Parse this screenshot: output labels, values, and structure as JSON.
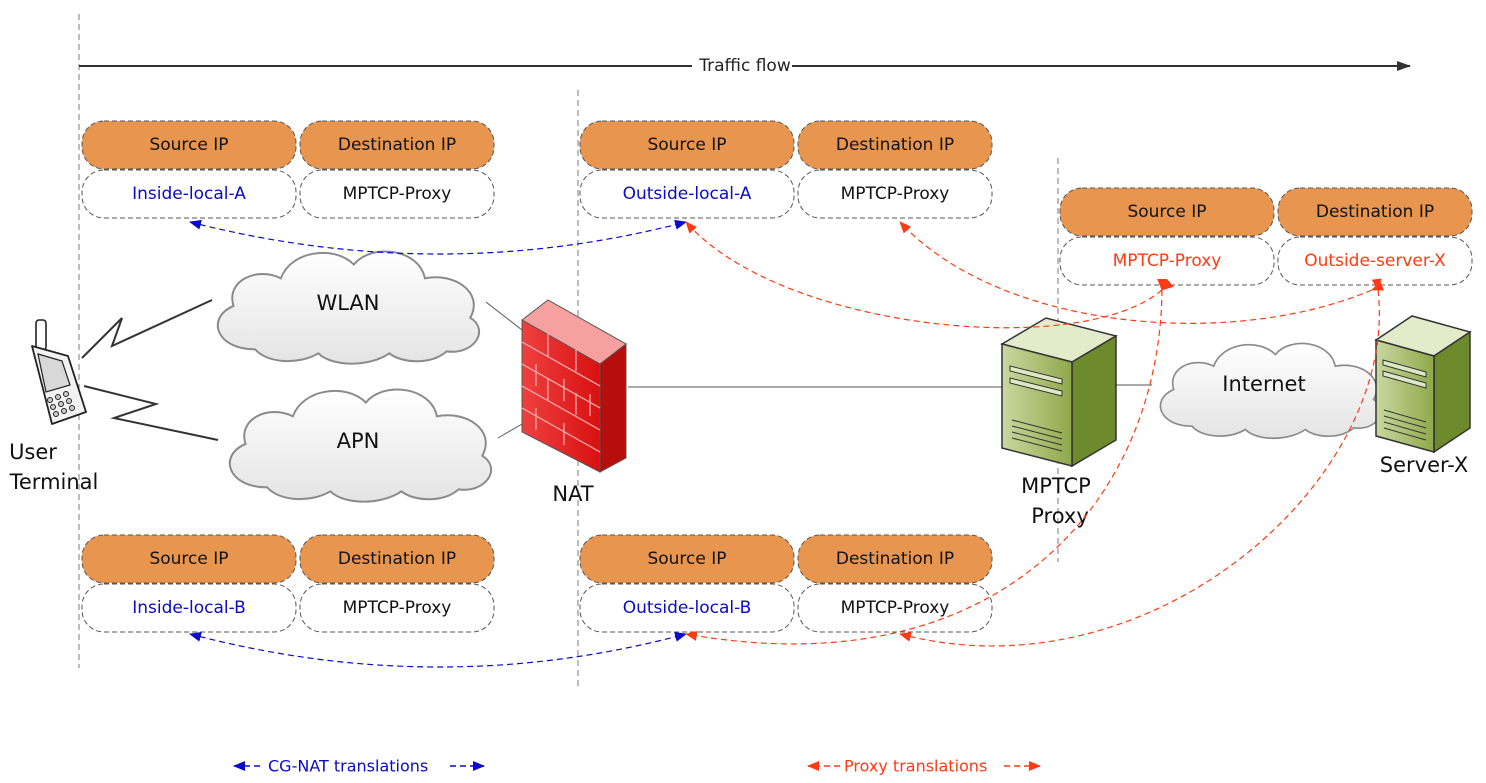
{
  "colors": {
    "header_fill": "#E8964F",
    "nat_blue": "#0A0AC8",
    "proxy_red": "#FF3A14",
    "firewall_red": "#E81C1C",
    "server_green": "#8FA84A"
  },
  "traffic_flow": {
    "label": "Traffic flow"
  },
  "tables": {
    "ue_a": {
      "h_src": "Source IP",
      "h_dst": "Destination IP",
      "src": "Inside-local-A",
      "dst": "MPTCP-Proxy"
    },
    "ue_b": {
      "h_src": "Source IP",
      "h_dst": "Destination IP",
      "src": "Inside-local-B",
      "dst": "MPTCP-Proxy"
    },
    "nat_a": {
      "h_src": "Source IP",
      "h_dst": "Destination IP",
      "src": "Outside-local-A",
      "dst": "MPTCP-Proxy"
    },
    "nat_b": {
      "h_src": "Source IP",
      "h_dst": "Destination IP",
      "src": "Outside-local-B",
      "dst": "MPTCP-Proxy"
    },
    "proxy": {
      "h_src": "Source IP",
      "h_dst": "Destination IP",
      "src": "MPTCP-Proxy",
      "dst": "Outside-server-X"
    }
  },
  "nodes": {
    "user_terminal": {
      "line1": "User",
      "line2": "Terminal",
      "icon": "phone-icon"
    },
    "wlan": {
      "label": "WLAN",
      "icon": "cloud-icon"
    },
    "apn": {
      "label": "APN",
      "icon": "cloud-icon"
    },
    "nat": {
      "label": "NAT",
      "icon": "firewall-icon"
    },
    "mptcp_proxy": {
      "line1": "MPTCP",
      "line2": "Proxy",
      "icon": "server-icon"
    },
    "internet": {
      "label": "Internet",
      "icon": "cloud-icon"
    },
    "server_x": {
      "label": "Server-X",
      "icon": "server-icon"
    }
  },
  "legend": {
    "cg_nat": "CG-NAT translations",
    "proxy": "Proxy translations"
  }
}
